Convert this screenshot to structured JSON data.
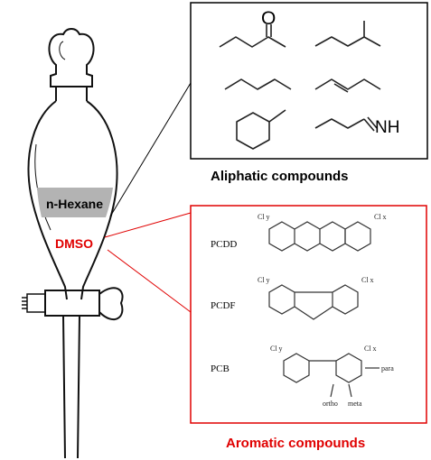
{
  "funnel": {
    "upper_phase_label": "n-Hexane",
    "lower_phase_label": "DMSO"
  },
  "aliphatic": {
    "caption": "Aliphatic compounds",
    "ketone_oxygen": "O",
    "imine_label": "NH"
  },
  "aromatic": {
    "caption": "Aromatic compounds",
    "compounds": [
      {
        "name": "PCDD",
        "left_sub": "Cl y",
        "right_sub": "Cl x"
      },
      {
        "name": "PCDF",
        "left_sub": "Cl y",
        "right_sub": "Cl x"
      },
      {
        "name": "PCB",
        "left_sub": "Cl y",
        "right_sub": "Cl x"
      }
    ],
    "pcb_annotations": {
      "para": "para",
      "ortho": "ortho",
      "meta": "meta"
    }
  },
  "colors": {
    "aromatic_accent": "#e00000",
    "hexane_band": "#b3b3b3",
    "frame": "#000000"
  }
}
